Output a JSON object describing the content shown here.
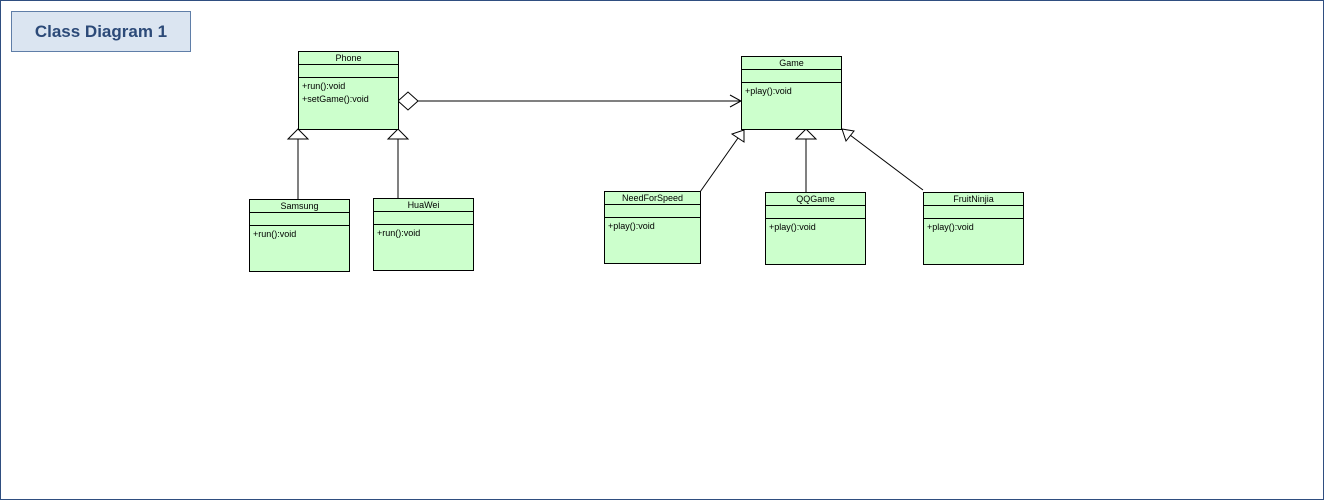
{
  "diagram": {
    "title": "Class Diagram 1"
  },
  "colors": {
    "class_fill": "#ccffcc",
    "title_fill": "#dbe5f1",
    "title_text": "#2c4a78",
    "frame": "#2f4e80"
  },
  "classes": {
    "phone": {
      "name": "Phone",
      "operations": [
        "+run():void",
        "+setGame():void"
      ]
    },
    "samsung": {
      "name": "Samsung",
      "operations": [
        "+run():void"
      ]
    },
    "huawei": {
      "name": "HuaWei",
      "operations": [
        "+run():void"
      ]
    },
    "game": {
      "name": "Game",
      "operations": [
        "+play():void"
      ]
    },
    "needforspeed": {
      "name": "NeedForSpeed",
      "operations": [
        "+play():void"
      ]
    },
    "qqgame": {
      "name": "QQGame",
      "operations": [
        "+play():void"
      ]
    },
    "fruitninjia": {
      "name": "FruitNinjia",
      "operations": [
        "+play():void"
      ]
    }
  },
  "relationships": [
    {
      "type": "generalization",
      "from": "Samsung",
      "to": "Phone"
    },
    {
      "type": "generalization",
      "from": "HuaWei",
      "to": "Phone"
    },
    {
      "type": "aggregation",
      "from": "Phone",
      "to": "Game"
    },
    {
      "type": "generalization",
      "from": "NeedForSpeed",
      "to": "Game"
    },
    {
      "type": "generalization",
      "from": "QQGame",
      "to": "Game"
    },
    {
      "type": "generalization",
      "from": "FruitNinjia",
      "to": "Game"
    }
  ]
}
